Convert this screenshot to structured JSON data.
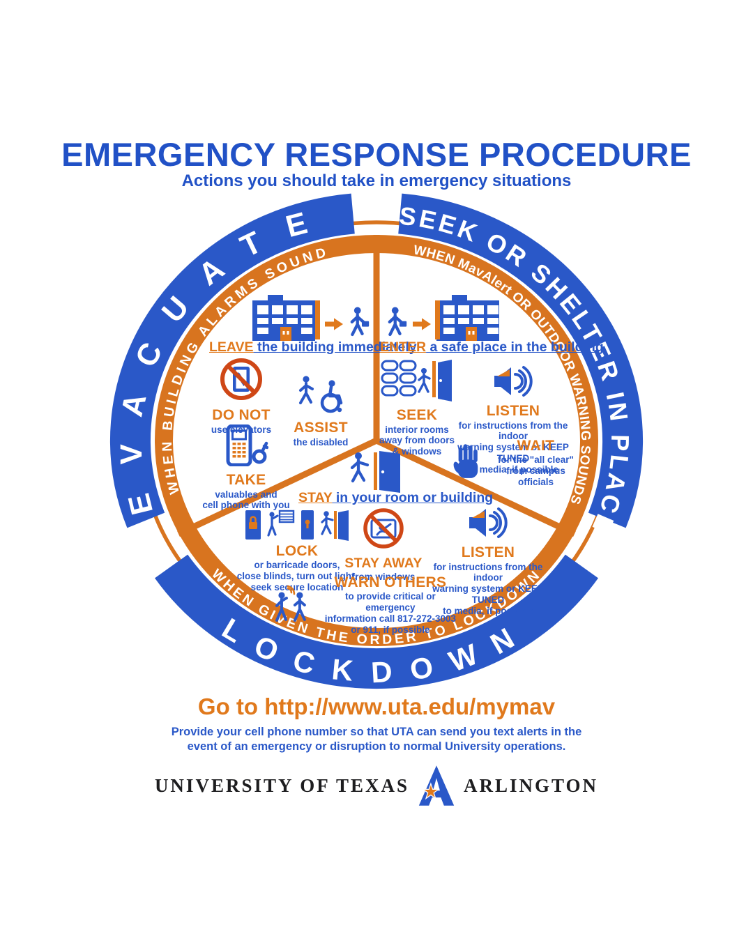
{
  "title": "EMERGENCY RESPONSE PROCEDURE",
  "subtitle": "Actions you should take in emergency situations",
  "wheel": {
    "sections": [
      {
        "id": "evacuate",
        "arc_label": "EVACUATE",
        "condition": "WHEN BUILDING ALARMS SOUND",
        "headline": {
          "lead": "LEAVE",
          "rest": " the building immediately",
          "icons": [
            "building-icon",
            "arrow-right-icon",
            "walking-person-icon"
          ]
        },
        "items": [
          {
            "keyword": "DO NOT",
            "lines": [
              "use elevators"
            ],
            "icon": "no-elevator-icon"
          },
          {
            "keyword": "ASSIST",
            "lines": [
              "the disabled"
            ],
            "icon": "assist-disabled-icon"
          },
          {
            "keyword": "TAKE",
            "lines": [
              "valuables and",
              "cell phone with you"
            ],
            "icon": "phone-and-keys-icon"
          }
        ]
      },
      {
        "id": "seek-or-shelter",
        "arc_label": "SEEK OR SHELTER IN PLACE",
        "condition": "WHEN MavAlert OR OUTDOOR WARNING SOUNDS",
        "headline": {
          "lead": "ENTER",
          "rest": " a safe place in the building",
          "icons": [
            "walking-person-icon",
            "arrow-right-icon",
            "building-icon"
          ]
        },
        "items": [
          {
            "keyword": "SEEK",
            "lines": [
              "interior rooms",
              "away from doors",
              "& windows"
            ],
            "icon": "interior-rooms-icon"
          },
          {
            "keyword": "LISTEN",
            "lines": [
              "for instructions from the indoor",
              "warning system or KEEP TUNED",
              "to media, if possible"
            ],
            "icon": "speaker-icon"
          },
          {
            "keyword": "WAIT",
            "lines": [
              "for the \"all clear\"",
              "from campus officials"
            ],
            "icon": "wait-hand-icon"
          }
        ]
      },
      {
        "id": "lockdown",
        "arc_label": "LOCKDOWN",
        "condition": "WHEN GIVEN THE ORDER TO LOCKDOWN",
        "headline": {
          "lead": "STAY",
          "rest": " in your room or building",
          "icons": [
            "person-at-door-icon"
          ]
        },
        "items": [
          {
            "keyword": "LOCK",
            "lines": [
              "or barricade doors,",
              "close blinds, turn out light,",
              "seek secure location"
            ],
            "icon": "lock-doors-icon"
          },
          {
            "keyword": "STAY AWAY",
            "lines": [
              "from windows"
            ],
            "icon": "no-window-icon"
          },
          {
            "keyword": "LISTEN",
            "lines": [
              "for instructions from the indoor",
              "warning system or KEEP TUNED",
              "to media, if possible"
            ],
            "icon": "speaker-icon"
          },
          {
            "keyword": "WARN OTHERS",
            "lines": [
              "to provide critical or emergency",
              "information call 817-272-3003",
              "or 911, if possible"
            ],
            "icon": "warn-others-icon"
          }
        ]
      }
    ]
  },
  "footer": {
    "link": "Go to http://www.uta.edu/mymav",
    "note": "Provide your cell phone number so that UTA can send you text alerts in the event of an emergency or disruption to normal University operations.",
    "logo": {
      "left": "UNIVERSITY OF TEXAS",
      "right": "ARLINGTON",
      "mark": "uta-a-star-logo"
    }
  },
  "colors": {
    "blue": "#2a58c8",
    "orange": "#d8741f",
    "orange_text": "#e0791c",
    "title_blue": "#2151c6",
    "prohibit": "#cf4716",
    "ink": "#1d1d1f",
    "white": "#ffffff"
  }
}
